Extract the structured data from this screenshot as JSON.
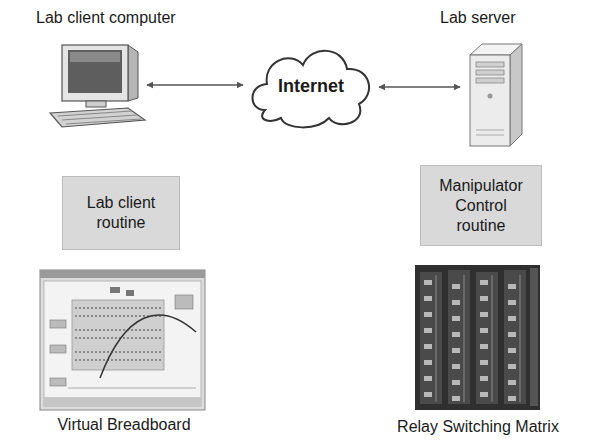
{
  "diagram": {
    "nodes": [
      {
        "text": [
          "Lab client computer"
        ]
      },
      {
        "text": [
          "Internet"
        ]
      },
      {
        "text": [
          "Lab server"
        ]
      },
      {
        "text": [
          "Lab client routine"
        ]
      },
      {
        "text": [
          "Manipulator Control routine"
        ]
      }
    ],
    "edges": [
      {
        "from": 0,
        "to": 1,
        "arrow": "both"
      },
      {
        "from": 1,
        "to": 2,
        "arrow": "both"
      }
    ],
    "labels": [
      "Virtual Breadboard",
      "Relay Switching Matrix"
    ]
  }
}
